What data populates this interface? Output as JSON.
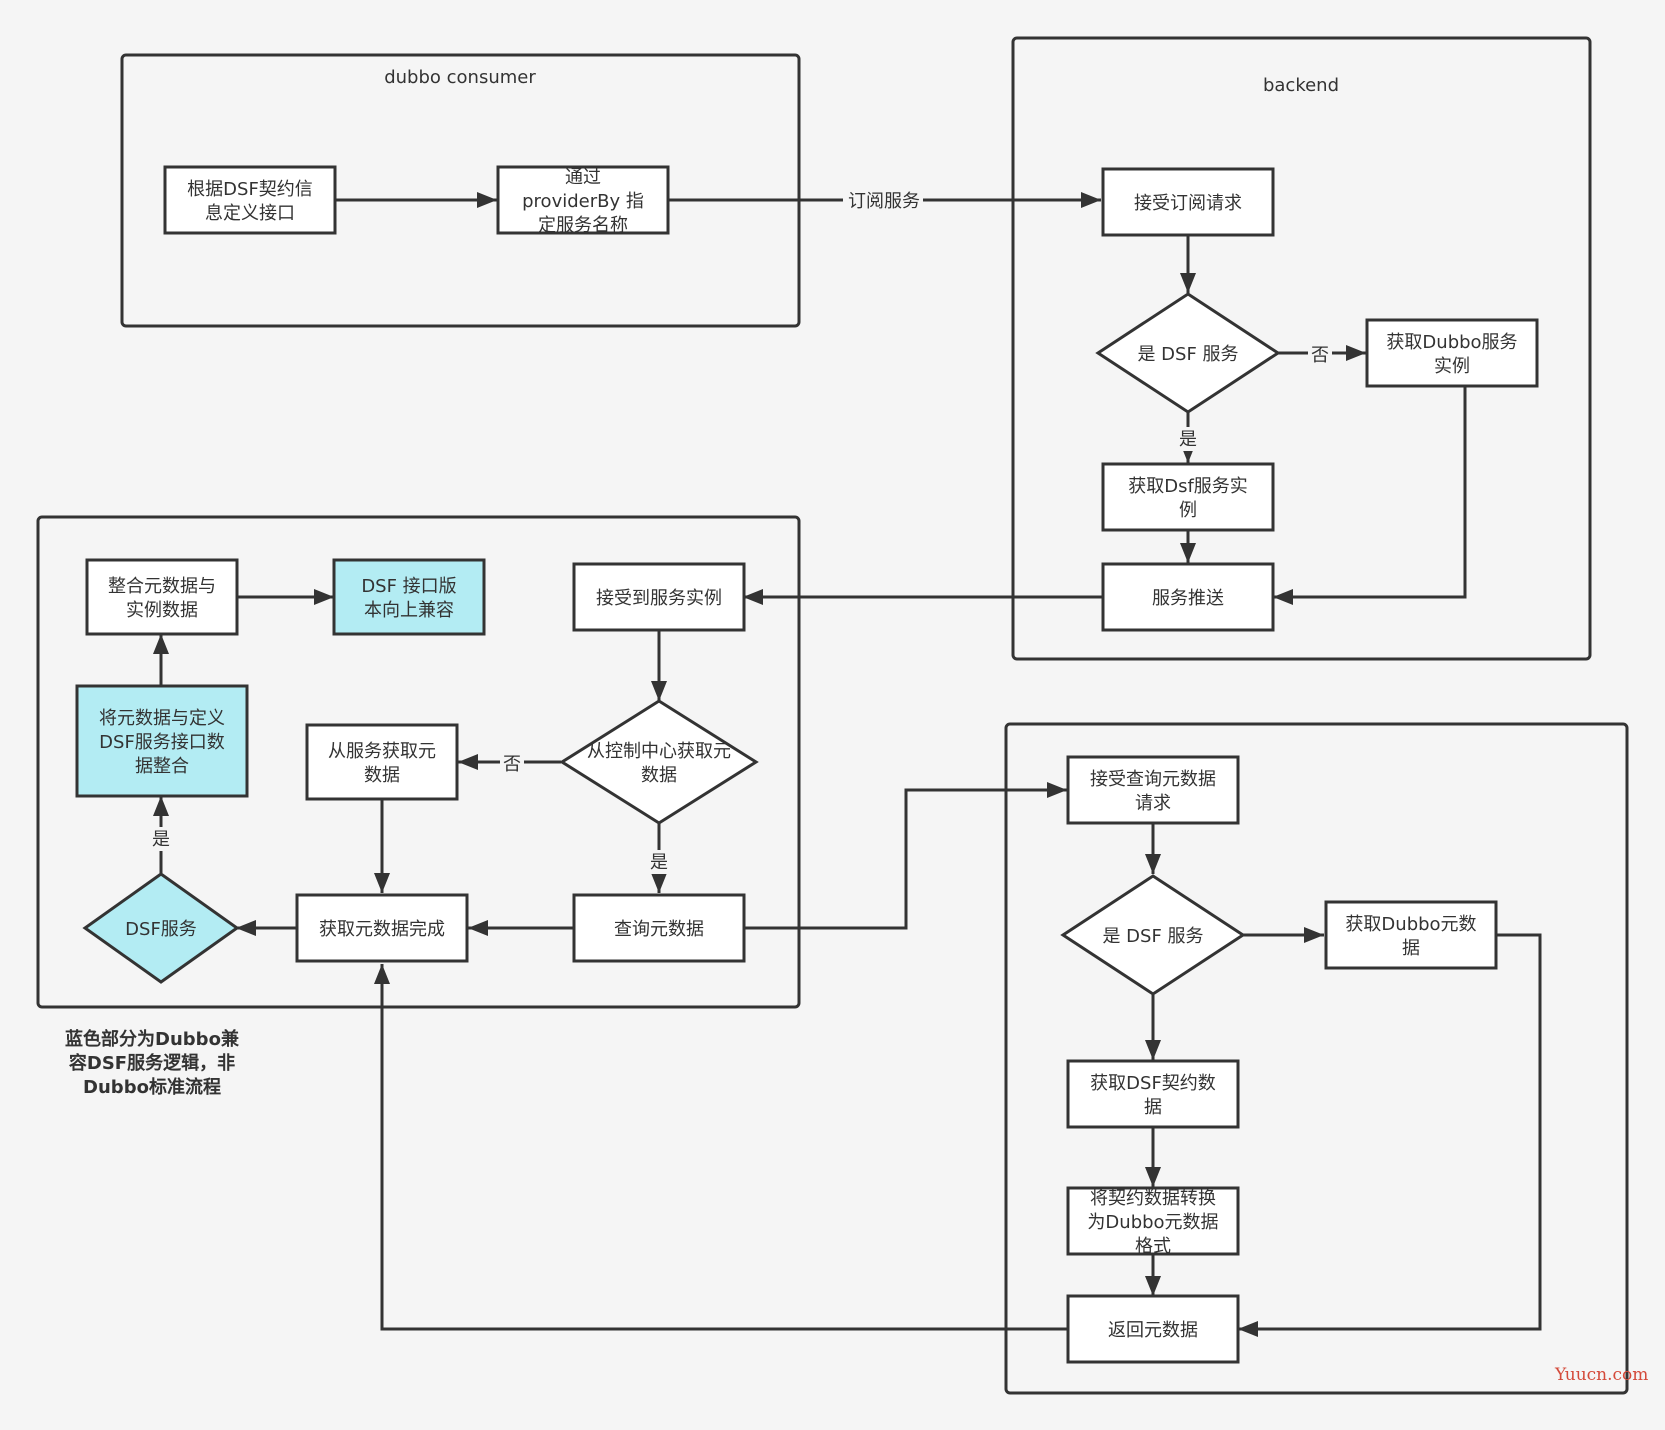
{
  "colors": {
    "stroke": "#333333",
    "blue_fill": "#b3ecf3",
    "white_fill": "#ffffff",
    "background": "#f5f5f5",
    "watermark": "#d44a3a"
  },
  "groups": {
    "consumer": {
      "title": "dubbo consumer"
    },
    "backend": {
      "title": "backend"
    }
  },
  "nodes": {
    "define_interface": {
      "lines": [
        "根据DSF契约信",
        "息定义接口"
      ]
    },
    "provider_by": {
      "lines": [
        "通过",
        "providerBy 指",
        "定服务名称"
      ]
    },
    "accept_subscribe": {
      "lines": [
        "接受订阅请求"
      ]
    },
    "is_dsf_1": {
      "lines": [
        "是 DSF 服务"
      ]
    },
    "get_dubbo_instance": {
      "lines": [
        "获取Dubbo服务",
        "实例"
      ]
    },
    "get_dsf_instance": {
      "lines": [
        "获取Dsf服务实",
        "例"
      ]
    },
    "service_push": {
      "lines": [
        "服务推送"
      ]
    },
    "merge_metadata": {
      "lines": [
        "整合元数据与",
        "实例数据"
      ]
    },
    "dsf_compat": {
      "lines": [
        "DSF 接口版",
        "本向上兼容"
      ]
    },
    "receive_instance": {
      "lines": [
        "接受到服务实例"
      ]
    },
    "merge_dsf": {
      "lines": [
        "将元数据与定义",
        "DSF服务接口数",
        "据整合"
      ]
    },
    "from_service_meta": {
      "lines": [
        "从服务获取元",
        "数据"
      ]
    },
    "from_config_center": {
      "lines": [
        "从控制中心获取元",
        "数据"
      ]
    },
    "dsf_service": {
      "lines": [
        "DSF服务"
      ]
    },
    "meta_done": {
      "lines": [
        "获取元数据完成"
      ]
    },
    "query_meta": {
      "lines": [
        "查询元数据"
      ]
    },
    "accept_meta_query": {
      "lines": [
        "接受查询元数据",
        "请求"
      ]
    },
    "is_dsf_2": {
      "lines": [
        "是 DSF 服务"
      ]
    },
    "get_dubbo_meta": {
      "lines": [
        "获取Dubbo元数",
        "据"
      ]
    },
    "get_dsf_contract": {
      "lines": [
        "获取DSF契约数",
        "据"
      ]
    },
    "convert_contract": {
      "lines": [
        "将契约数据转换",
        "为Dubbo元数据",
        "格式"
      ]
    },
    "return_meta": {
      "lines": [
        "返回元数据"
      ]
    }
  },
  "edge_labels": {
    "subscribe": "订阅服务",
    "no_1": "否",
    "yes_1": "是",
    "no_2": "否",
    "yes_2": "是",
    "yes_3": "是"
  },
  "note": [
    "蓝色部分为Dubbo兼",
    "容DSF服务逻辑，非",
    "Dubbo标准流程"
  ],
  "watermark": "Yuucn.com"
}
